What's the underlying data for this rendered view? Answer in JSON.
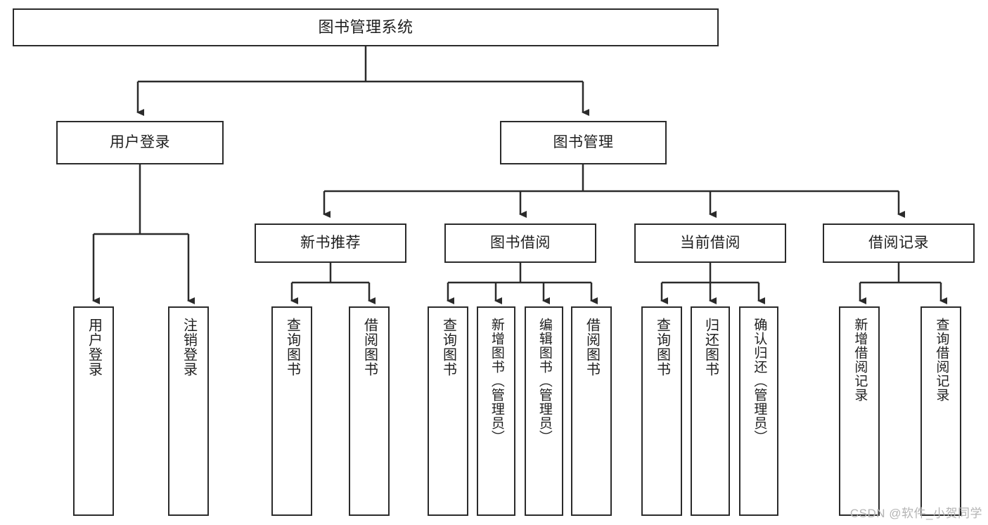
{
  "diagram": {
    "type": "tree",
    "title": "图书管理系统",
    "watermark": "CSDN @软件_小贺同学",
    "colors": {
      "stroke": "#2b2b2b",
      "fill": "#ffffff",
      "text": "#1f1f1f",
      "watermark": "#b4b4b4"
    },
    "root": {
      "label": "图书管理系统"
    },
    "level2": [
      {
        "label": "用户登录"
      },
      {
        "label": "图书管理"
      }
    ],
    "level3": [
      {
        "label": "新书推荐"
      },
      {
        "label": "图书借阅"
      },
      {
        "label": "当前借阅"
      },
      {
        "label": "借阅记录"
      }
    ],
    "leaves": {
      "user_login": [
        {
          "label": "用户登录"
        },
        {
          "label": "注销登录"
        }
      ],
      "new_book": [
        {
          "label": "查询图书"
        },
        {
          "label": "借阅图书"
        }
      ],
      "book_borrow": [
        {
          "label": "查询图书"
        },
        {
          "label": "新增图书（管理员）"
        },
        {
          "label": "编辑图书（管理员）"
        },
        {
          "label": "借阅图书"
        }
      ],
      "current_borrow": [
        {
          "label": "查询图书"
        },
        {
          "label": "归还图书"
        },
        {
          "label": "确认归还（管理员）"
        }
      ],
      "borrow_record": [
        {
          "label": "新增借阅记录"
        },
        {
          "label": "查询借阅记录"
        }
      ]
    }
  }
}
